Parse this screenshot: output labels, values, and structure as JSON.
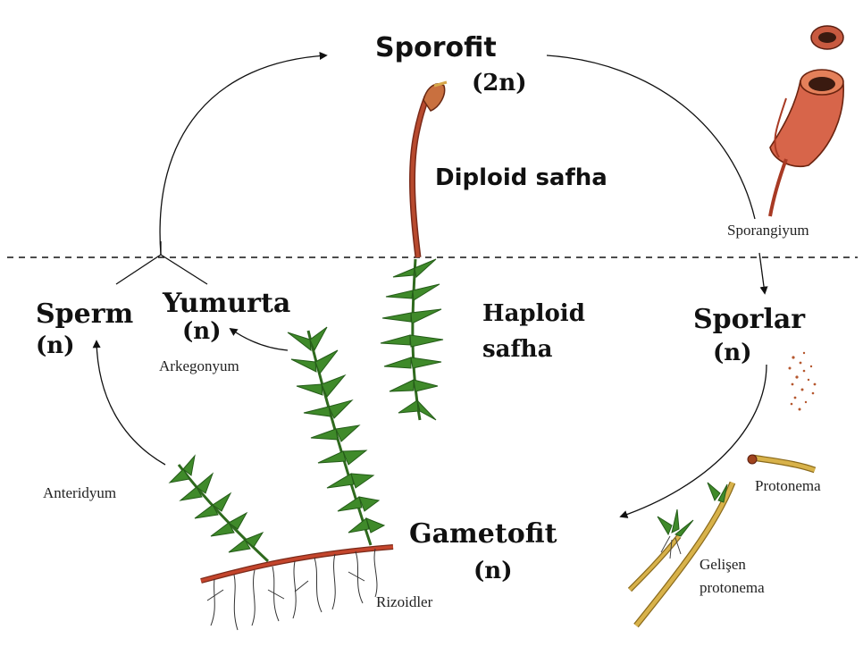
{
  "labels": {
    "sporofit": "Sporofit",
    "sporofit_ploidy": "(2n)",
    "diploid_phase": "Diploid safha",
    "sporangium": "Sporangiyum",
    "haploid_phase_line1": "Haploid",
    "haploid_phase_line2": "safha",
    "spores": "Sporlar",
    "spores_ploidy": "(n)",
    "protonema": "Protonema",
    "developing_protonema_line1": "Gelişen",
    "developing_protonema_line2": "protonema",
    "gametophyte": "Gametofit",
    "gametophyte_ploidy": "(n)",
    "rhizoids": "Rizoidler",
    "antheridium": "Anteridyum",
    "sperm": "Sperm",
    "sperm_ploidy": "(n)",
    "egg": "Yumurta",
    "egg_ploidy": "(n)",
    "archegonium": "Arkegonyum"
  },
  "colors": {
    "leaf": "#3f8a2a",
    "leaf_dark": "#245c18",
    "stalk": "#b84a2e",
    "capsule": "#d7654a",
    "root": "#c4452c",
    "protonema": "#d8b24a",
    "line": "#111111"
  }
}
